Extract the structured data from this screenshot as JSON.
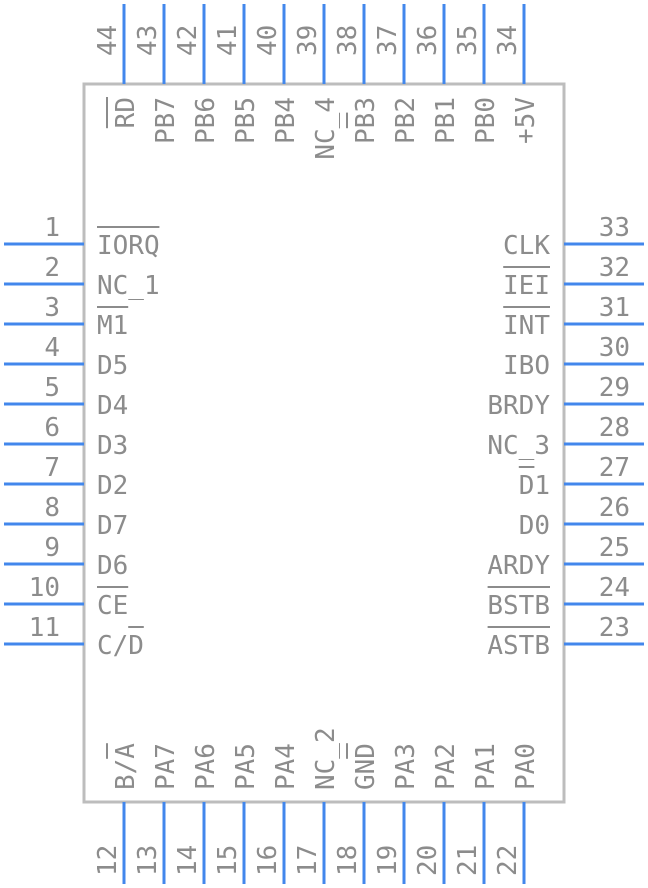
{
  "left": [
    {
      "num": "1",
      "label": "IORQ",
      "bar": [
        0,
        4
      ]
    },
    {
      "num": "2",
      "label": "NC_1",
      "bar": null
    },
    {
      "num": "3",
      "label": "M1",
      "bar": [
        0,
        2
      ]
    },
    {
      "num": "4",
      "label": "D5",
      "bar": null
    },
    {
      "num": "5",
      "label": "D4",
      "bar": null
    },
    {
      "num": "6",
      "label": "D3",
      "bar": null
    },
    {
      "num": "7",
      "label": "D2",
      "bar": null
    },
    {
      "num": "8",
      "label": "D7",
      "bar": null
    },
    {
      "num": "9",
      "label": "D6",
      "bar": null
    },
    {
      "num": "10",
      "label": "CE",
      "bar": [
        0,
        2
      ]
    },
    {
      "num": "11",
      "label": "C/D",
      "bar": [
        2,
        3
      ]
    }
  ],
  "right": [
    {
      "num": "33",
      "label": "CLK",
      "bar": null
    },
    {
      "num": "32",
      "label": "IEI",
      "bar": [
        0,
        3
      ]
    },
    {
      "num": "31",
      "label": "INT",
      "bar": [
        0,
        3
      ]
    },
    {
      "num": "30",
      "label": "IBO",
      "bar": null
    },
    {
      "num": "29",
      "label": "BRDY",
      "bar": null
    },
    {
      "num": "28",
      "label": "NC_3",
      "bar": null
    },
    {
      "num": "27",
      "label": "D1",
      "bar": [
        0,
        1
      ]
    },
    {
      "num": "26",
      "label": "D0",
      "bar": null
    },
    {
      "num": "25",
      "label": "ARDY",
      "bar": null
    },
    {
      "num": "24",
      "label": "BSTB",
      "bar": [
        0,
        4
      ]
    },
    {
      "num": "23",
      "label": "ASTB",
      "bar": [
        0,
        4
      ]
    }
  ],
  "top": [
    {
      "num": "44",
      "label": "RD",
      "bar": [
        0,
        2
      ]
    },
    {
      "num": "43",
      "label": "PB7",
      "bar": null
    },
    {
      "num": "42",
      "label": "PB6",
      "bar": null
    },
    {
      "num": "41",
      "label": "PB5",
      "bar": null
    },
    {
      "num": "40",
      "label": "PB4",
      "bar": null
    },
    {
      "num": "39",
      "label": "NC_4",
      "bar": null
    },
    {
      "num": "38",
      "label": "PB3",
      "bar": [
        1,
        2
      ]
    },
    {
      "num": "37",
      "label": "PB2",
      "bar": null
    },
    {
      "num": "36",
      "label": "PB1",
      "bar": null
    },
    {
      "num": "35",
      "label": "PB0",
      "bar": null
    },
    {
      "num": "34",
      "label": "+5V",
      "bar": null
    }
  ],
  "bottom": [
    {
      "num": "12",
      "label": "B/A",
      "bar": [
        2,
        3
      ]
    },
    {
      "num": "13",
      "label": "PA7",
      "bar": null
    },
    {
      "num": "14",
      "label": "PA6",
      "bar": null
    },
    {
      "num": "15",
      "label": "PA5",
      "bar": null
    },
    {
      "num": "16",
      "label": "PA4",
      "bar": null
    },
    {
      "num": "17",
      "label": "NC_2",
      "bar": null
    },
    {
      "num": "18",
      "label": "GND",
      "bar": [
        2,
        3
      ]
    },
    {
      "num": "19",
      "label": "PA3",
      "bar": null
    },
    {
      "num": "20",
      "label": "PA2",
      "bar": null
    },
    {
      "num": "21",
      "label": "PA1",
      "bar": null
    },
    {
      "num": "22",
      "label": "PA0",
      "bar": null
    }
  ],
  "colors": {
    "pin": "#4287ec",
    "body": "#bdbdbd",
    "text": "#8c8c8c"
  }
}
